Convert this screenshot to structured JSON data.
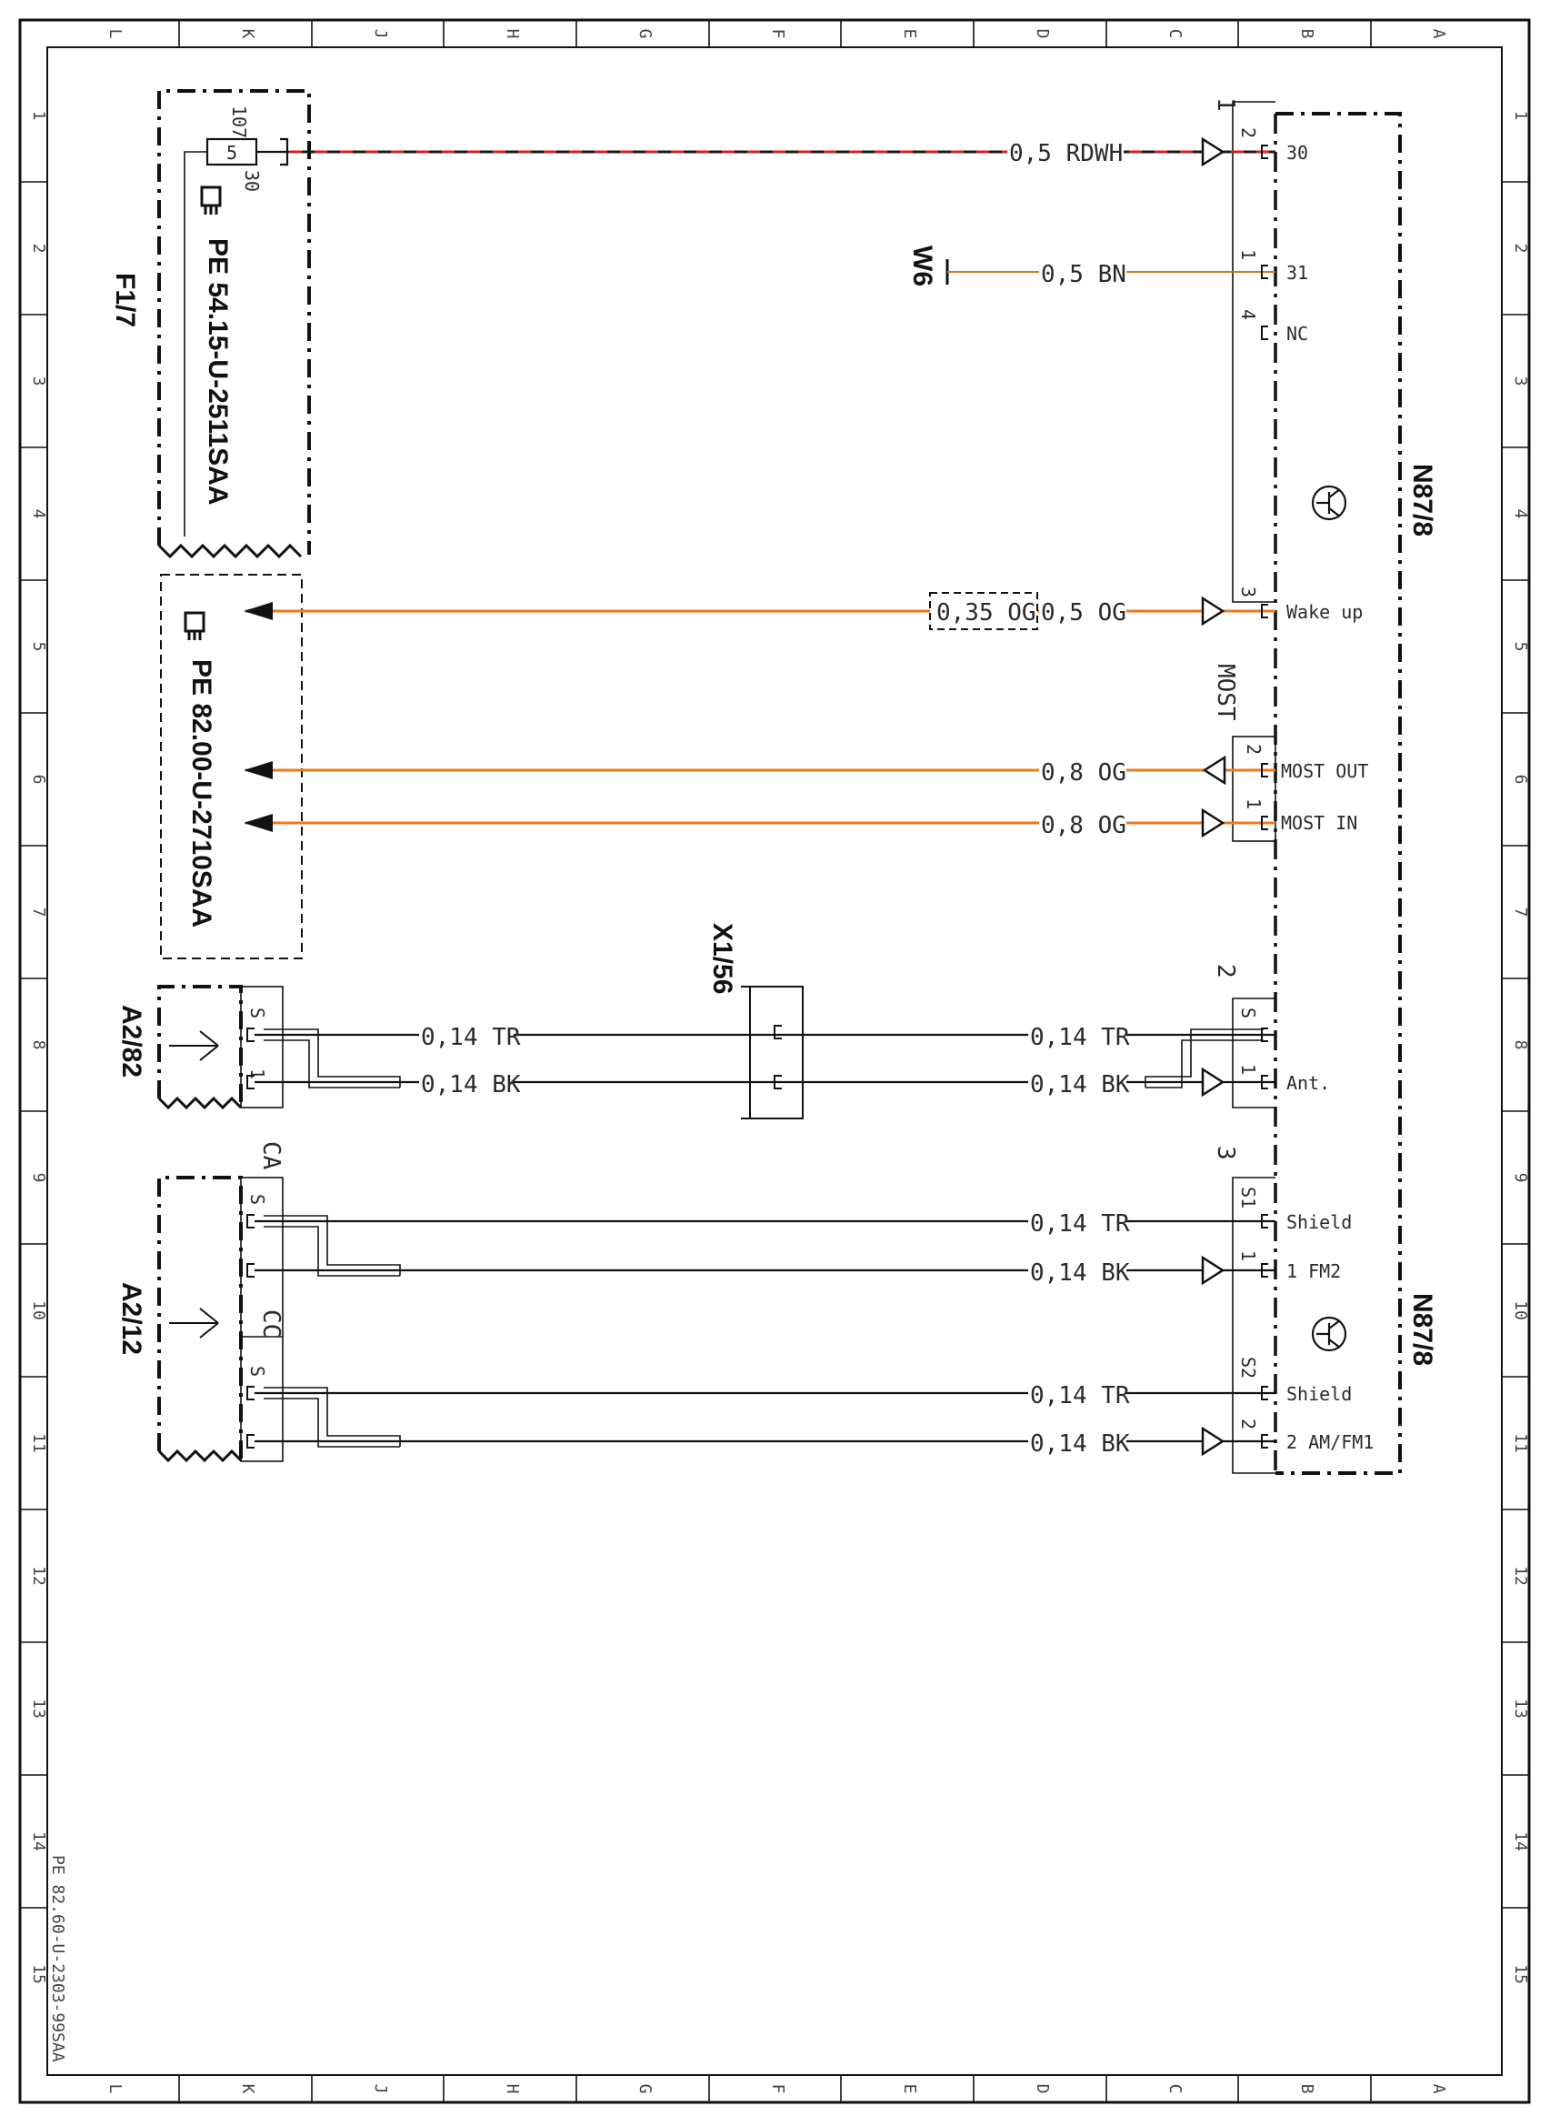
{
  "border": {
    "col_letters": [
      "L",
      "K",
      "J",
      "H",
      "G",
      "F",
      "E",
      "D",
      "C",
      "B",
      "A"
    ],
    "row_numbers": [
      "1",
      "2",
      "3",
      "4",
      "5",
      "6",
      "7",
      "8",
      "9",
      "10",
      "11",
      "12",
      "13",
      "14",
      "15"
    ]
  },
  "footer_ref": "PE 82.60-U-2303-99SAA",
  "components": {
    "f17": {
      "name": "F1/7",
      "ref": "PE 54.15-U-2511SAA",
      "fuse_number": "5",
      "pin_top": "107",
      "pin_bottom": "30"
    },
    "pe8200": {
      "ref": "PE 82.00-U-2710SAA"
    },
    "w6": {
      "name": "W6"
    },
    "x156": {
      "name": "X1/56"
    },
    "a282": {
      "name": "A2/82",
      "pin_s": "S",
      "pin_1": "1"
    },
    "a212": {
      "name": "A2/12",
      "label_ca": "CA",
      "label_cc": "CC",
      "pin_s1": "S",
      "pin_s2": "S"
    },
    "n878_top": {
      "name": "N87/8"
    },
    "n878_bottom": {
      "name": "N87/8"
    },
    "connectors": {
      "c1": "1",
      "most": "MOST",
      "c2": "2",
      "c3": "3"
    }
  },
  "pins": [
    {
      "num": "2",
      "label": "30"
    },
    {
      "num": "1",
      "label": "31"
    },
    {
      "num": "4",
      "label": "NC"
    },
    {
      "num": "3",
      "label": "Wake up"
    },
    {
      "num": "2",
      "label": "MOST OUT"
    },
    {
      "num": "1",
      "label": "MOST IN"
    },
    {
      "num": "S",
      "label": ""
    },
    {
      "num": "1",
      "label": "Ant."
    },
    {
      "num": "S1",
      "label": "Shield"
    },
    {
      "num": "1",
      "label": "1 FM2"
    },
    {
      "num": "S2",
      "label": "Shield"
    },
    {
      "num": "2",
      "label": "2 AM/FM1"
    }
  ],
  "wires": [
    {
      "label": "0,5 RDWH",
      "color": "#d61f1f"
    },
    {
      "label": "0,5 BN",
      "color": "#c8781e"
    },
    {
      "label": "0,5 OG",
      "color": "#ee7a1a",
      "alt_label": "0,35 OG"
    },
    {
      "label": "0,8 OG",
      "color": "#ee7a1a"
    },
    {
      "label": "0,8 OG",
      "color": "#ee7a1a"
    },
    {
      "label": "0,14 TR",
      "left_label": "0,14 TR",
      "color": "#111111"
    },
    {
      "label": "0,14 BK",
      "left_label": "0,14 BK",
      "color": "#111111"
    },
    {
      "label": "0,14 TR",
      "color": "#111111"
    },
    {
      "label": "0,14 BK",
      "color": "#111111"
    },
    {
      "label": "0,14 TR",
      "color": "#111111"
    },
    {
      "label": "0,14 BK",
      "color": "#111111"
    }
  ]
}
